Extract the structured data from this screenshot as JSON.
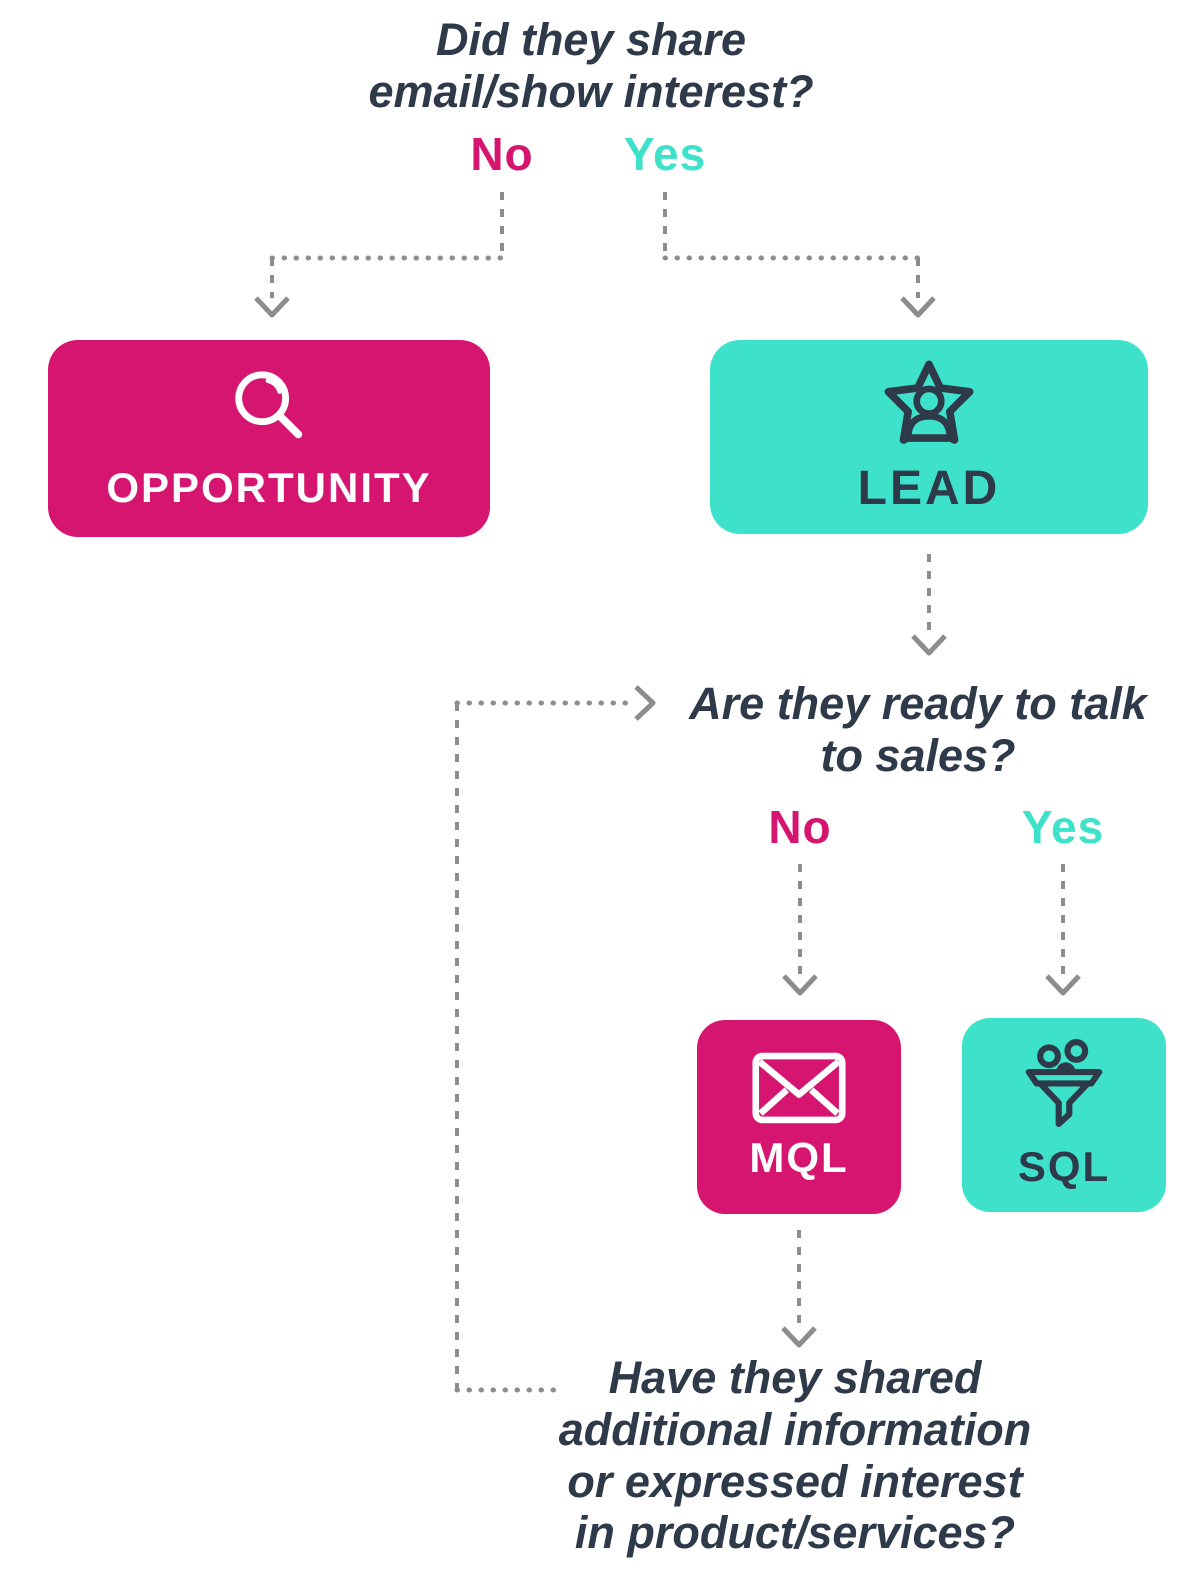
{
  "colors": {
    "pink": "#d5156f",
    "teal": "#3ee1ca",
    "navy_text": "#2e3a49",
    "connector_gray": "#8d8d8d",
    "white": "#ffffff",
    "background": "#ffffff"
  },
  "questions": {
    "q1": {
      "lines": [
        "Did they share",
        "email/show interest?"
      ],
      "no_label": "No",
      "yes_label": "Yes"
    },
    "q2": {
      "lines": [
        "Are they ready to talk",
        "to sales?"
      ],
      "no_label": "No",
      "yes_label": "Yes"
    },
    "q3": {
      "lines": [
        "Have they shared",
        "additional information",
        "or expressed interest",
        "in product/services?"
      ]
    }
  },
  "nodes": {
    "opportunity": {
      "label": "OPPORTUNITY",
      "icon": "magnifier-icon",
      "bg": "#d5156f",
      "label_color": "#ffffff"
    },
    "lead": {
      "label": "LEAD",
      "icon": "star-person-icon",
      "bg": "#3ee1ca",
      "label_color": "#2e3a49"
    },
    "mql": {
      "label": "MQL",
      "icon": "envelope-icon",
      "bg": "#d5156f",
      "label_color": "#ffffff"
    },
    "sql": {
      "label": "SQL",
      "icon": "funnel-icon",
      "bg": "#3ee1ca",
      "label_color": "#2e3a49"
    }
  }
}
